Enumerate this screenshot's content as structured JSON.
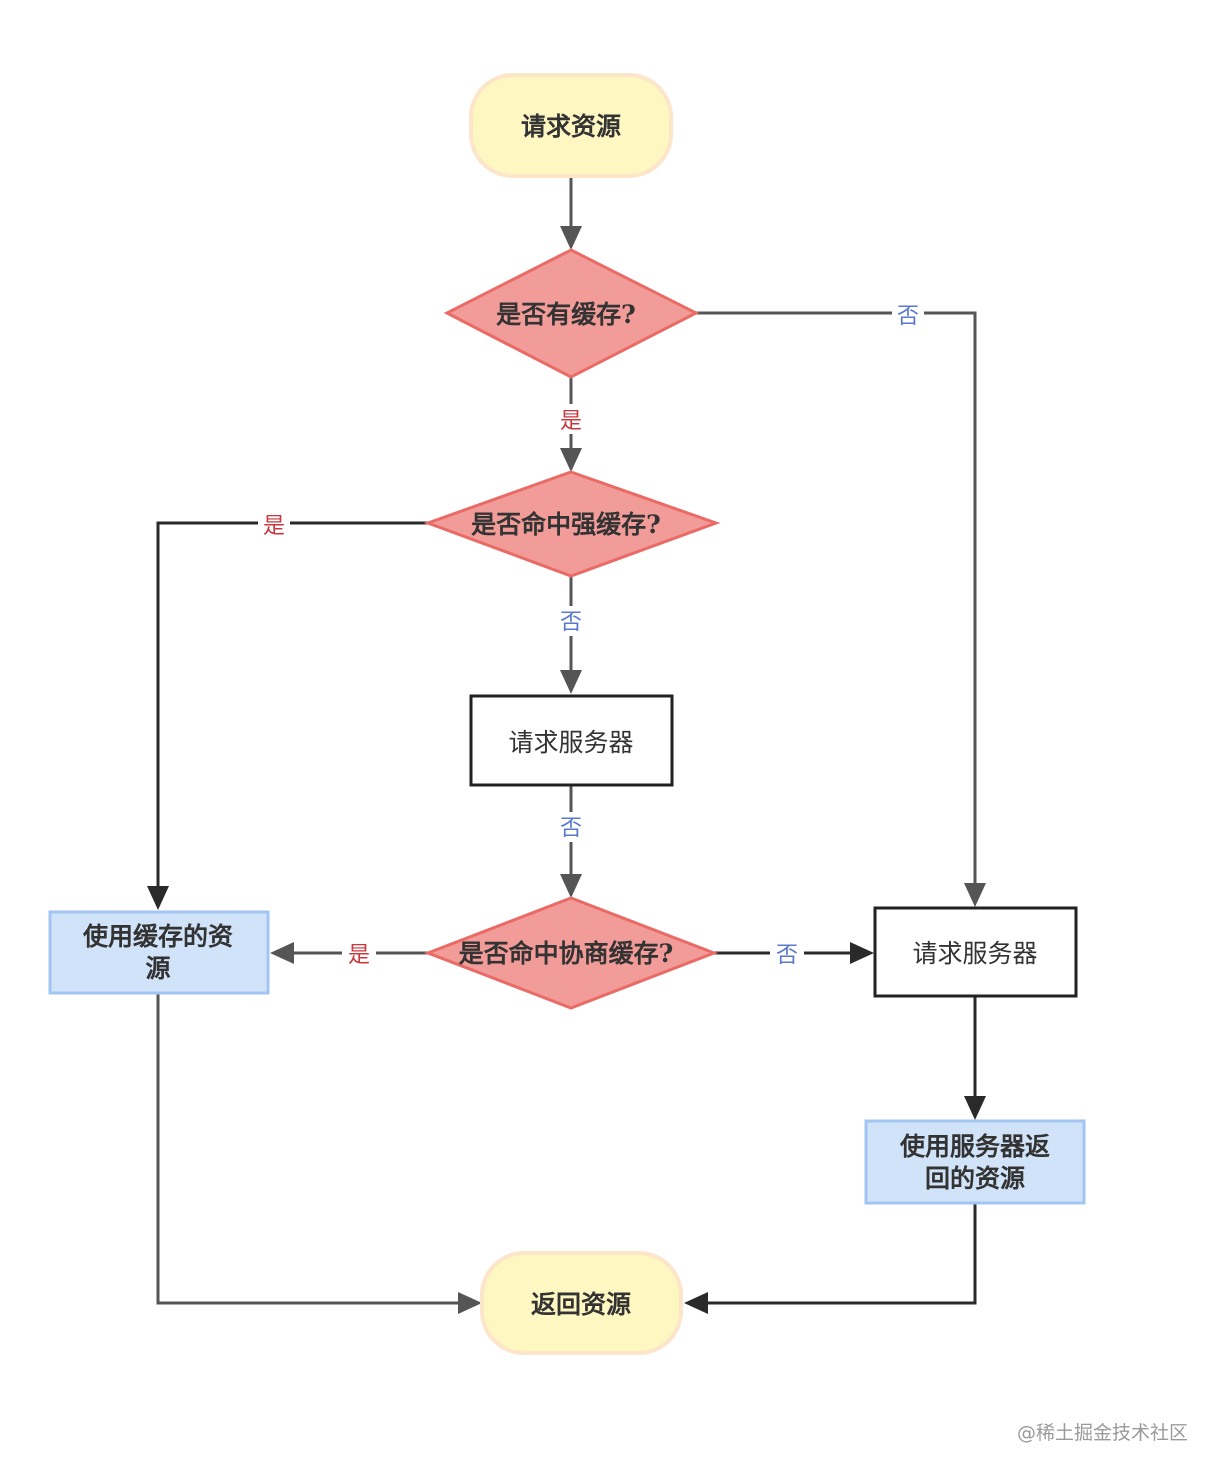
{
  "nodes": {
    "start": "请求资源",
    "has_cache": "是否有缓存?",
    "strong_cache": "是否命中强缓存?",
    "request_server_mid": "请求服务器",
    "negotiate_cache": "是否命中协商缓存?",
    "use_cache_line1": "使用缓存的资",
    "use_cache_line2": "源",
    "request_server_right": "请求服务器",
    "use_server_line1": "使用服务器返",
    "use_server_line2": "回的资源",
    "end": "返回资源"
  },
  "edge_labels": {
    "yes": "是",
    "no": "否"
  },
  "colors": {
    "terminal_fill": "#fff7c2",
    "terminal_stroke": "#fde5c9",
    "decision_fill": "#f19c99",
    "decision_stroke": "#ea6b66",
    "action_fill": "#d0e3f9",
    "action_stroke": "#a3c5f2",
    "yes_label": "#c8383d",
    "no_label": "#5a78cc",
    "edge": "#555555"
  },
  "watermark": "@稀土掘金技术社区"
}
